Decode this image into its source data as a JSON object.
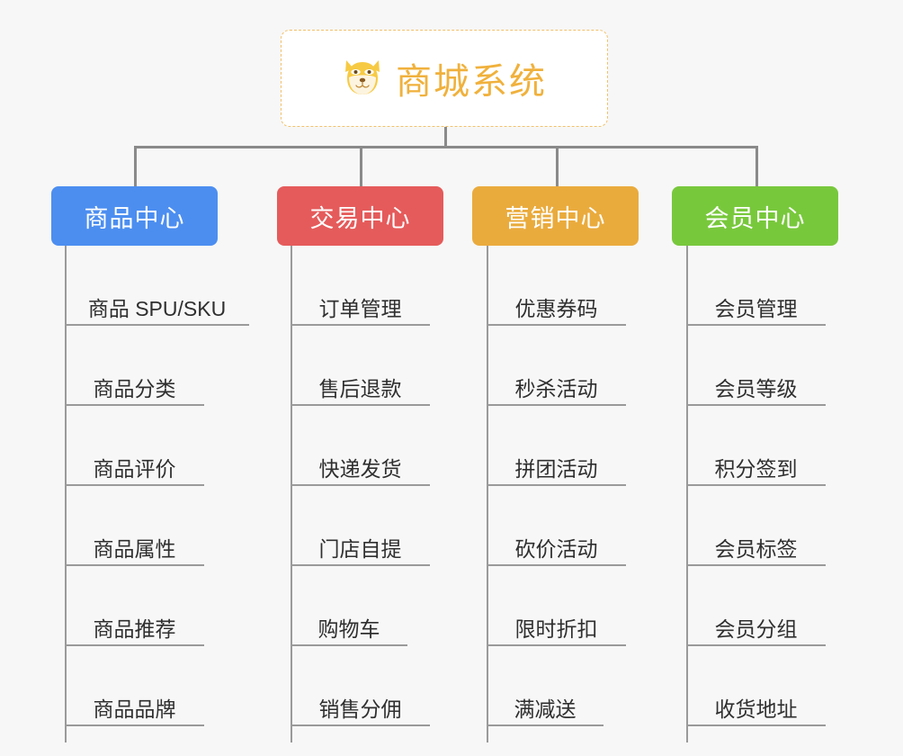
{
  "page": {
    "background_color": "#f7f7f7",
    "line_color": "#8a8a8a",
    "leaf_line_color": "#9a9a9a"
  },
  "root": {
    "title": "商城系统",
    "icon": "shiba-dog-face-icon",
    "emoji": "🐶",
    "text_color": "#f0b13c",
    "border_color": "#f2c06a",
    "background_color": "#ffffff"
  },
  "branches": [
    {
      "id": "product-center",
      "label": "商品中心",
      "color": "#4c8ef0",
      "items": [
        "商品 SPU/SKU",
        "商品分类",
        "商品评价",
        "商品属性",
        "商品推荐",
        "商品品牌"
      ]
    },
    {
      "id": "trade-center",
      "label": "交易中心",
      "color": "#e55b5b",
      "items": [
        "订单管理",
        "售后退款",
        "快递发货",
        "门店自提",
        "购物车",
        "销售分佣"
      ]
    },
    {
      "id": "marketing-center",
      "label": "营销中心",
      "color": "#eaab3d",
      "items": [
        "优惠券码",
        "秒杀活动",
        "拼团活动",
        "砍价活动",
        "限时折扣",
        "满减送"
      ]
    },
    {
      "id": "member-center",
      "label": "会员中心",
      "color": "#78c83c",
      "items": [
        "会员管理",
        "会员等级",
        "积分签到",
        "会员标签",
        "会员分组",
        "收货地址"
      ]
    }
  ]
}
